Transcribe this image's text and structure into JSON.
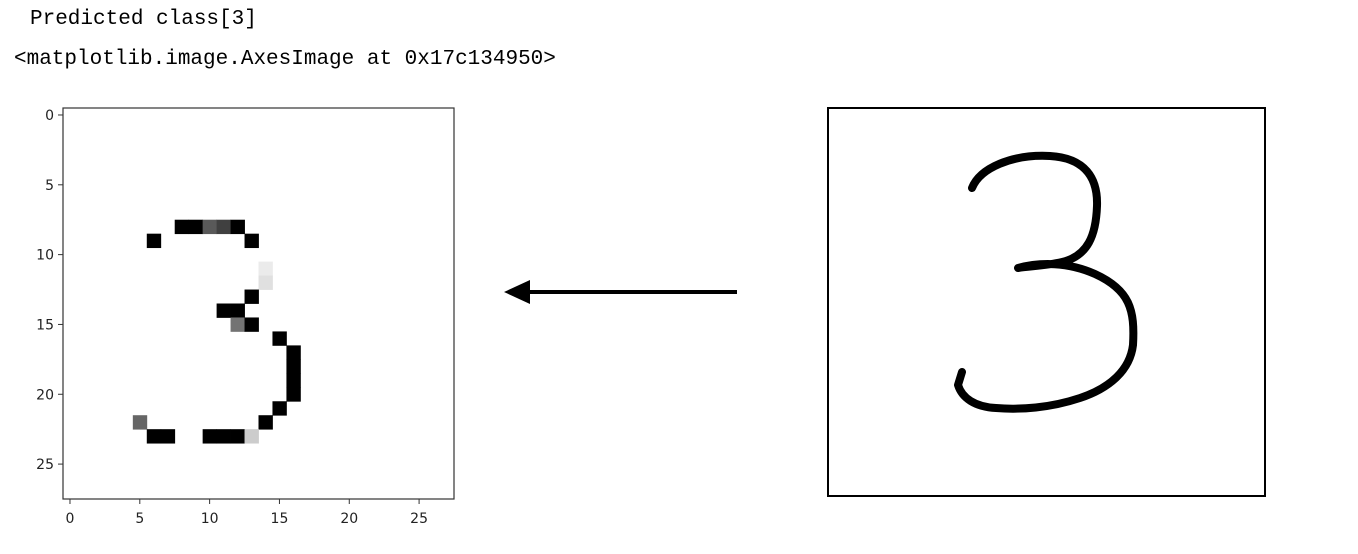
{
  "output": {
    "predicted_line": "Predicted class[3]",
    "repr_line": "<matplotlib.image.AxesImage at 0x17c134950>"
  },
  "chart_data": {
    "type": "heatmap",
    "title": "",
    "xlabel": "",
    "ylabel": "",
    "xlim": [
      -0.5,
      27.5
    ],
    "ylim": [
      27.5,
      -0.5
    ],
    "x_ticks": [
      0,
      5,
      10,
      15,
      20,
      25
    ],
    "y_ticks": [
      0,
      5,
      10,
      15,
      20,
      25
    ],
    "x_tick_labels": [
      "0",
      "5",
      "10",
      "15",
      "20",
      "25"
    ],
    "y_tick_labels": [
      "0",
      "5",
      "10",
      "15",
      "20",
      "25"
    ],
    "colormap": "gray_r",
    "grid": false,
    "pixels": [
      {
        "col": 8,
        "row": 8,
        "value": 1.0
      },
      {
        "col": 9,
        "row": 8,
        "value": 1.0
      },
      {
        "col": 10,
        "row": 8,
        "value": 0.65
      },
      {
        "col": 11,
        "row": 8,
        "value": 0.75
      },
      {
        "col": 12,
        "row": 8,
        "value": 1.0
      },
      {
        "col": 6,
        "row": 9,
        "value": 1.0
      },
      {
        "col": 13,
        "row": 9,
        "value": 1.0
      },
      {
        "col": 14,
        "row": 11,
        "value": 0.08
      },
      {
        "col": 14,
        "row": 12,
        "value": 0.12
      },
      {
        "col": 13,
        "row": 13,
        "value": 1.0
      },
      {
        "col": 11,
        "row": 14,
        "value": 1.0
      },
      {
        "col": 12,
        "row": 14,
        "value": 1.0
      },
      {
        "col": 12,
        "row": 15,
        "value": 0.55
      },
      {
        "col": 13,
        "row": 15,
        "value": 1.0
      },
      {
        "col": 15,
        "row": 16,
        "value": 1.0
      },
      {
        "col": 16,
        "row": 17,
        "value": 1.0
      },
      {
        "col": 16,
        "row": 18,
        "value": 1.0
      },
      {
        "col": 16,
        "row": 19,
        "value": 1.0
      },
      {
        "col": 16,
        "row": 20,
        "value": 1.0
      },
      {
        "col": 15,
        "row": 21,
        "value": 1.0
      },
      {
        "col": 5,
        "row": 22,
        "value": 0.6
      },
      {
        "col": 14,
        "row": 22,
        "value": 1.0
      },
      {
        "col": 6,
        "row": 23,
        "value": 1.0
      },
      {
        "col": 7,
        "row": 23,
        "value": 1.0
      },
      {
        "col": 10,
        "row": 23,
        "value": 1.0
      },
      {
        "col": 11,
        "row": 23,
        "value": 1.0
      },
      {
        "col": 12,
        "row": 23,
        "value": 1.0
      },
      {
        "col": 13,
        "row": 23,
        "value": 0.2
      }
    ]
  },
  "arrow": {
    "direction": "left",
    "color": "#000000"
  },
  "drawing": {
    "digit": "3",
    "stroke_color": "#000000",
    "frame_color": "#000000"
  }
}
